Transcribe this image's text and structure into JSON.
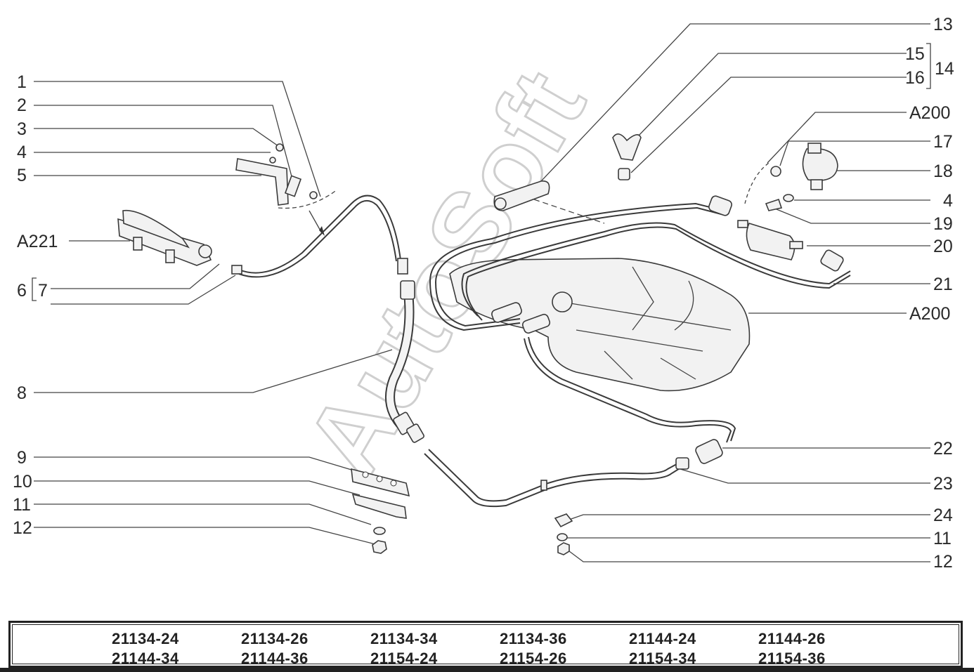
{
  "callouts": {
    "c1": "1",
    "c2": "2",
    "c3": "3",
    "c4": "4",
    "c5": "5",
    "cA221": "A221",
    "c6": "6",
    "c7": "7",
    "c8": "8",
    "c9": "9",
    "c10": "10",
    "c11": "11",
    "c12": "12",
    "c13": "13",
    "c15": "15",
    "c14": "14",
    "c16": "16",
    "cA200a": "A200",
    "c17": "17",
    "c18": "18",
    "c4b": "4",
    "c19": "19",
    "c20": "20",
    "c21": "21",
    "cA200b": "A200",
    "c22": "22",
    "c23": "23",
    "c24": "24",
    "c11b": "11",
    "c12b": "12"
  },
  "watermark": "AutoSoft",
  "table": {
    "row1": [
      "21134-24",
      "21134-26",
      "21134-34",
      "21134-36",
      "21144-24",
      "21144-26"
    ],
    "row2": [
      "21144-34",
      "21144-36",
      "21154-24",
      "21154-26",
      "21154-34",
      "21154-36"
    ]
  }
}
